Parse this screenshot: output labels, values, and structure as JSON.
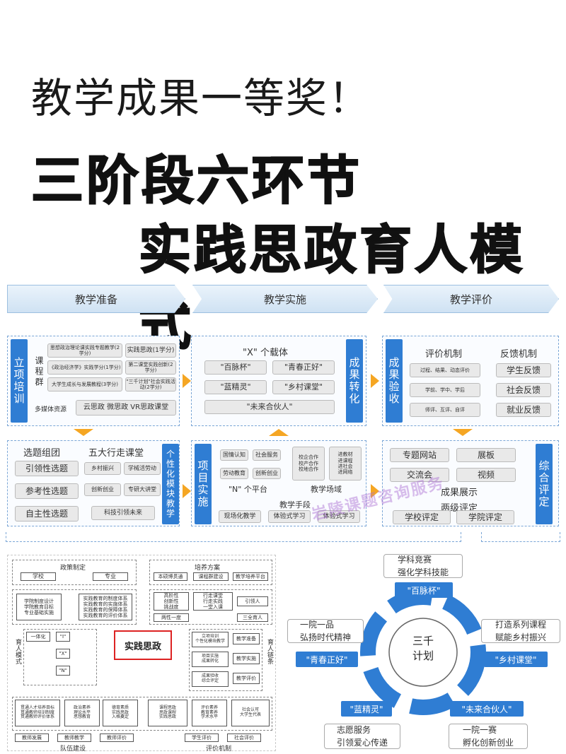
{
  "title": {
    "line1": "教学成果一等奖！",
    "line2": "三阶段六环节",
    "line3": "实践思政育人模式"
  },
  "stages": [
    "教学准备",
    "教学实施",
    "教学评价"
  ],
  "prep_top": {
    "vbar": "立项培训",
    "group_label": "课程群",
    "cells": [
      "思想政治理论课实践专题教学(2学分)",
      "实践思政(1学分)",
      "《政治经济学》实践学分(1学分)",
      "第二课堂实践创新(2学分)",
      "大学生成长与发展教程(3学分)",
      "\"三千计划\"社会实践活动(2学分)"
    ],
    "resources_label": "多媒体资源",
    "resources": "云思政  微思政  VR思政课堂"
  },
  "impl_top": {
    "heading": "\"X\" 个载体",
    "items": [
      "\"百脉杯\"",
      "\"青春正好\"",
      "\"蓝精灵\"",
      "\"乡村课堂\"",
      "\"未来合伙人\""
    ],
    "vbar": "成果转化"
  },
  "eval_top": {
    "vbar": "成果验收",
    "mech_label": "评价机制",
    "mech_items": [
      "过程、结果、动态评价",
      "学前、学中、学后",
      "师评、互评、自评"
    ],
    "feedback_label": "反馈机制",
    "feedback_items": [
      "学生反馈",
      "社会反馈",
      "就业反馈"
    ]
  },
  "prep_bottom": {
    "topic_label": "选题组团",
    "topics": [
      "引领性选题",
      "参考性选题",
      "自主性选题"
    ],
    "class_label": "五大行走课堂",
    "classes": [
      "乡村振兴",
      "学械活劳动",
      "创新创业",
      "专研大讲堂",
      "科技引领未来"
    ],
    "vbar": "个性化模块教学"
  },
  "impl_bottom": {
    "vbar": "项目实施",
    "platform_items": [
      "国情认知",
      "社会服务",
      "劳动教育",
      "创新创业"
    ],
    "platform_label": "\"N\" 个平台",
    "field_items": [
      "校企合作\n校产合作\n校地合作",
      "进教材\n进课程\n进社会\n进网络"
    ],
    "field_label": "教学场域",
    "means_label": "教学手段",
    "means": [
      "现场化教学",
      "体验式学习",
      "体验式学习"
    ]
  },
  "eval_bottom": {
    "items": [
      "专题网站",
      "展板",
      "交流会",
      "视频"
    ],
    "show_label": "成果展示",
    "rating_label": "两级评定",
    "ratings": [
      "学校评定",
      "学院评定"
    ],
    "vbar": "综合评定"
  },
  "watermark": "岩陵课题咨询服务",
  "lower_left": {
    "top_labels": [
      "政策制定",
      "培养方案"
    ],
    "top_boxes": [
      "学校",
      "专业",
      "本硕博贯通",
      "课程群建设",
      "教学培养平台"
    ],
    "left_boxes": [
      "学院制度设计\n学院教育目标\n专业基础实施",
      "实践教育的制度体系\n实践教育的实施体系\n实践教育的保障体系\n实践教育的评价体系"
    ],
    "mid_left": [
      "高阶性\n创新性\n挑战度",
      "行走课堂\n行走实践\n一堂入课",
      "两性一度",
      "三全育人",
      "引领人"
    ],
    "center": "实践思政",
    "side_left": "育人模式",
    "side_right": "育人链条",
    "small_left": [
      "一体化",
      "\"I\"",
      "\"X\"",
      "\"N\""
    ],
    "small_right": [
      "教学准备",
      "教学实施",
      "教学评价"
    ],
    "right_items": [
      "立项培训\n个性化模块教学",
      "项目实施\n成果转化",
      "成果验收\n综合评定"
    ],
    "bottom_boxes": [
      "贯通人才培养目标\n贯通教师培训制度\n贯通教师评价体系",
      "政治素养\n理论水平\n思想教育",
      "德育素质\n实践思政\n入格奠定",
      "课程思政\n思政课程\n实践思政",
      "评价素养\n教育素养\n学术水平",
      "社会认可\n大学生代表"
    ],
    "footer_boxes": [
      "教师发展",
      "教师教学",
      "教师评价",
      "学生评价",
      "社会评价"
    ],
    "footer_labels": [
      "队伍建设",
      "评价机制"
    ]
  },
  "wheel": {
    "center": "三千计划",
    "pills": [
      "\"百脉杯\"",
      "\"青春正好\"",
      "\"乡村课堂\"",
      "\"蓝精灵\"",
      "\"未来合伙人\""
    ],
    "boxes": [
      "学科竞赛\n强化学科技能",
      "一院一品\n弘扬时代精神",
      "打造系列课程\n赋能乡村振兴",
      "志愿服务\n引领爱心传递",
      "一院一赛\n孵化创新创业"
    ]
  }
}
